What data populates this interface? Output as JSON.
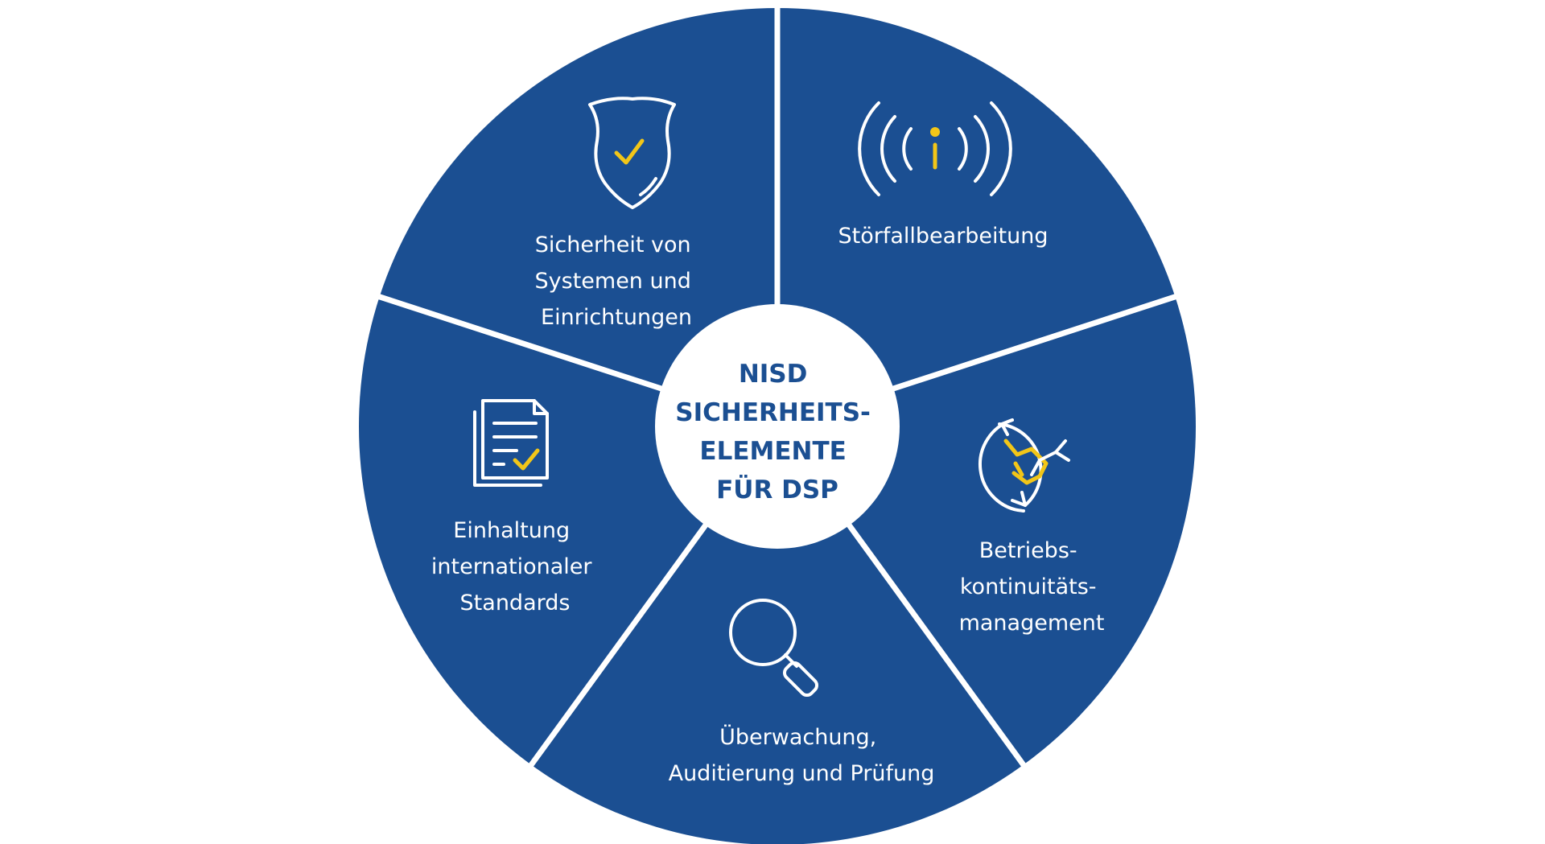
{
  "center": {
    "lines": [
      "NISD",
      "SICHERHEITS-",
      "ELEMENTE",
      "FÜR DSP"
    ]
  },
  "segments": [
    {
      "icon": "shield-check-icon",
      "lines": [
        "Sicherheit von",
        "Systemen und",
        "Einrichtungen"
      ]
    },
    {
      "icon": "signal-info-icon",
      "lines": [
        "Störfallbearbeitung"
      ]
    },
    {
      "icon": "handshake-cycle-icon",
      "lines": [
        "Betriebs-",
        "kontinuitäts-",
        "management"
      ]
    },
    {
      "icon": "magnifier-icon",
      "lines": [
        "Überwachung,",
        "Auditierung und Prüfung"
      ]
    },
    {
      "icon": "document-check-icon",
      "lines": [
        "Einhaltung",
        "internationaler",
        "Standards"
      ]
    }
  ],
  "colors": {
    "segment_fill": "#1b4f92",
    "accent": "#f2c618",
    "center_text": "#1b4f92",
    "background": "#ffffff"
  }
}
